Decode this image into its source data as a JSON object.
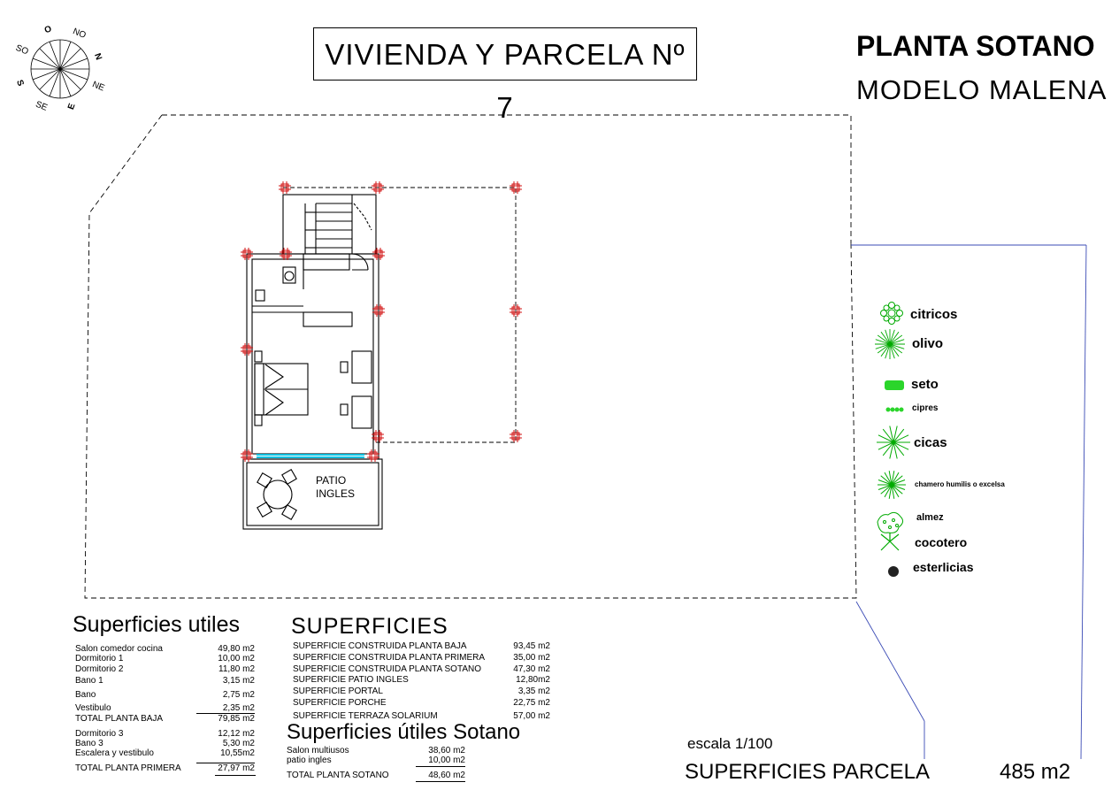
{
  "compass": {
    "labels": {
      "O": "O",
      "NO": "NO",
      "N": "N",
      "NE": "NE",
      "E": "E",
      "SE": "SE",
      "S": "S",
      "SO": "SO"
    }
  },
  "header": {
    "title": "VIVIENDA Y PARCELA Nº 7",
    "planta": "PLANTA SOTANO",
    "modelo": "MODELO MALENA"
  },
  "patio": {
    "line1": "PATIO",
    "line2": "INGLES"
  },
  "legend": [
    {
      "label": "citricos",
      "icon": "citricos-icon"
    },
    {
      "label": "olivo",
      "icon": "olivo-icon"
    },
    {
      "label": "seto",
      "icon": "seto-icon"
    },
    {
      "label": "cipres",
      "icon": "cipres-icon"
    },
    {
      "label": "cicas",
      "icon": "cicas-icon"
    },
    {
      "label": "chamero humilis o excelsa",
      "icon": "chamero-icon"
    },
    {
      "label": "almez",
      "icon": "almez-icon"
    },
    {
      "label": "cocotero",
      "icon": "cocotero-icon"
    },
    {
      "label": "esterlicias",
      "icon": "esterlicias-icon"
    }
  ],
  "utiles": {
    "title": "Superficies utiles",
    "rows": [
      {
        "name": "Salon comedor cocina",
        "value": "49,80 m2"
      },
      {
        "name": "Dormitorio 1",
        "value": "10,00 m2"
      },
      {
        "name": "Dormitorio 2",
        "value": "11,80 m2"
      },
      {
        "name": "Bano 1",
        "value": "3,15 m2"
      },
      {
        "name": "Bano",
        "value": "2,75 m2"
      },
      {
        "name": "Vestibulo",
        "value": "2,35 m2"
      },
      {
        "name": "TOTAL PLANTA BAJA",
        "value": "79,85 m2"
      },
      {
        "name": "Dormitorio 3",
        "value": "12,12 m2"
      },
      {
        "name": "Bano  3",
        "value": "5,30 m2"
      },
      {
        "name": "Escalera y vestibulo",
        "value": "10,55m2"
      },
      {
        "name": "TOTAL PLANTA PRIMERA",
        "value": "27,97 m2"
      }
    ]
  },
  "superficies": {
    "title": "SUPERFICIES",
    "rows": [
      {
        "name": "SUPERFICIE CONSTRUIDA PLANTA BAJA",
        "value": "93,45 m2"
      },
      {
        "name": "SUPERFICIE CONSTRUIDA PLANTA PRIMERA",
        "value": "35,00 m2"
      },
      {
        "name": "SUPERFICIE CONSTRUIDA PLANTA SOTANO",
        "value": "47,30 m2"
      },
      {
        "name": "SUPERFICIE PATIO INGLES",
        "value": "12,80m2"
      },
      {
        "name": "SUPERFICIE PORTAL",
        "value": "3,35 m2"
      },
      {
        "name": "SUPERFICIE PORCHE",
        "value": "22,75 m2"
      },
      {
        "name": "SUPERFICIE TERRAZA SOLARIUM",
        "value": "57,00 m2"
      }
    ]
  },
  "sotano": {
    "title": "Superficies útiles  Sotano",
    "rows": [
      {
        "name": "Salon multiusos",
        "value": "38,60 m2"
      },
      {
        "name": "patio ingles",
        "value": "10,00 m2"
      },
      {
        "name": "TOTAL PLANTA SOTANO",
        "value": "48,60 m2"
      }
    ]
  },
  "escala": "escala 1/100",
  "parcela": {
    "label": "SUPERFICIES PARCELA",
    "value": "485 m2"
  }
}
